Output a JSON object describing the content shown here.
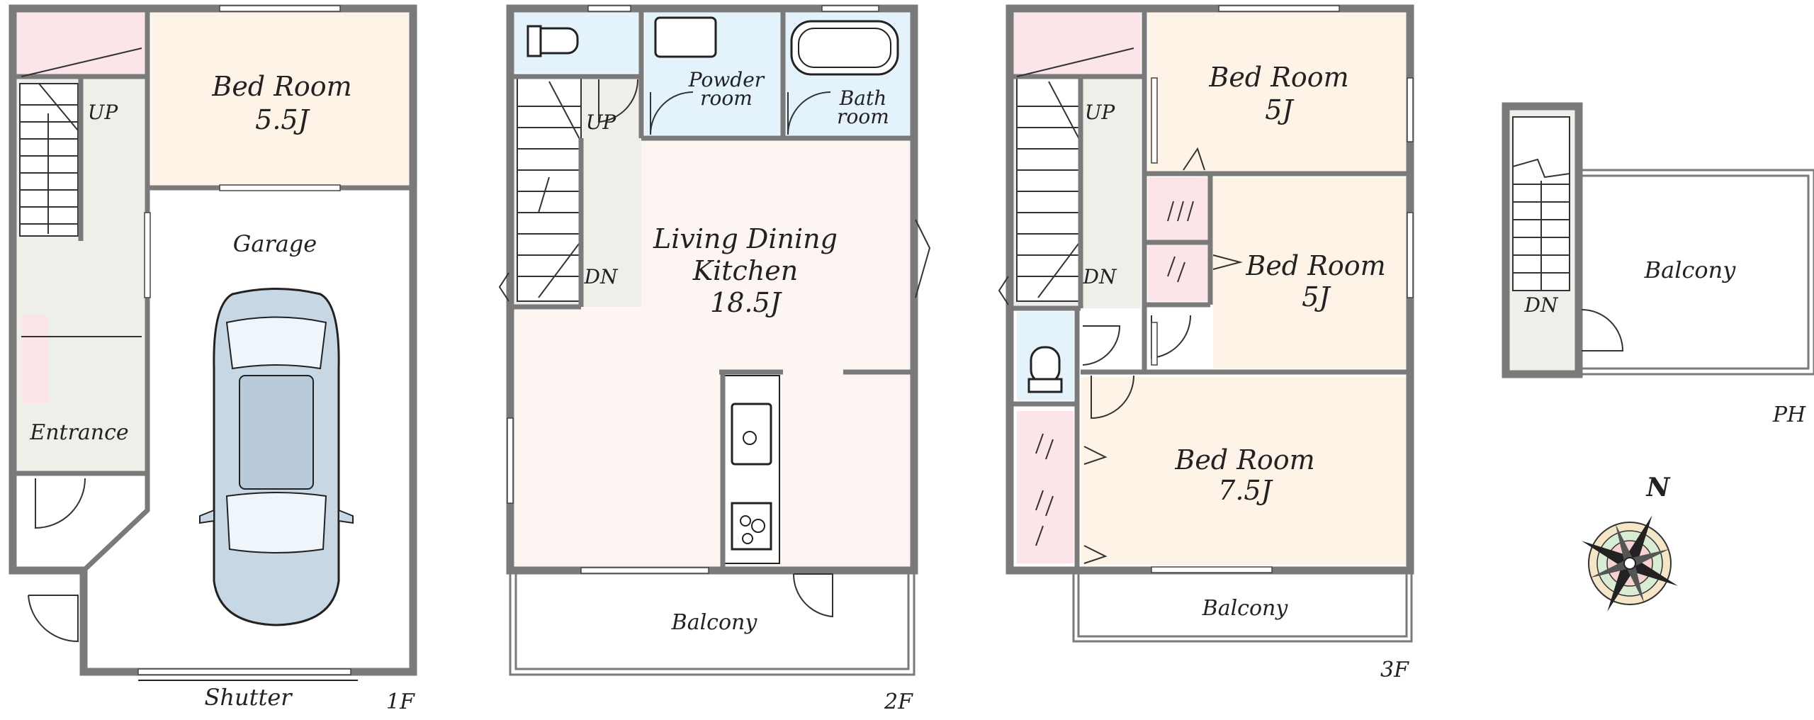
{
  "floors": {
    "f1": {
      "label": "1F",
      "rooms": {
        "bedroom": {
          "name": "Bed Room",
          "size": "5.5J"
        },
        "garage": "Garage",
        "entrance": "Entrance",
        "shutter": "Shutter",
        "stair": "UP"
      }
    },
    "f2": {
      "label": "2F",
      "rooms": {
        "ldk": {
          "line1": "Living Dining",
          "line2": "Kitchen",
          "size": "18.5J"
        },
        "powder": {
          "line1": "Powder",
          "line2": "room"
        },
        "bath": {
          "line1": "Bath",
          "line2": "room"
        },
        "balcony": "Balcony",
        "stair_up": "UP",
        "stair_dn": "DN"
      }
    },
    "f3": {
      "label": "3F",
      "rooms": {
        "bed1": {
          "name": "Bed Room",
          "size": "5J"
        },
        "bed2": {
          "name": "Bed Room",
          "size": "5J"
        },
        "bed3": {
          "name": "Bed Room",
          "size": "7.5J"
        },
        "balcony": "Balcony",
        "stair_up": "UP",
        "stair_dn": "DN"
      }
    },
    "ph": {
      "label": "PH",
      "rooms": {
        "balcony": "Balcony",
        "stair_dn": "DN"
      }
    }
  },
  "compass": {
    "north": "N"
  },
  "colors": {
    "wall": "#7a7a7a",
    "bedroom": "#fdf3e6",
    "living": "#fdf5f2",
    "wet": "#e4f2fb",
    "hall": "#efefe9",
    "pink": "#fbe5e8"
  }
}
